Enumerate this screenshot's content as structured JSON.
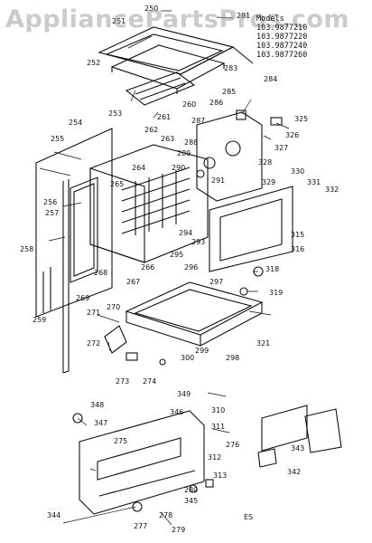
{
  "watermark": "AppliancePartsPros.com",
  "models": {
    "heading": "Models",
    "items": [
      "103.9877210",
      "103.9877220",
      "103.9877240",
      "103.9877260"
    ]
  },
  "diagram_code": "ES",
  "part_numbers": [
    "250",
    "251",
    "252",
    "253",
    "254",
    "255",
    "256",
    "257",
    "258",
    "259",
    "260",
    "261",
    "262",
    "263",
    "264",
    "265",
    "266",
    "267",
    "268",
    "269",
    "270",
    "271",
    "272",
    "273",
    "274",
    "275",
    "276",
    "277",
    "278",
    "279",
    "280",
    "281",
    "283",
    "284",
    "285",
    "286",
    "287",
    "288",
    "289",
    "290",
    "291",
    "293",
    "294",
    "295",
    "296",
    "297",
    "298",
    "299",
    "300",
    "310",
    "311",
    "312",
    "313",
    "315",
    "316",
    "318",
    "319",
    "321",
    "325",
    "326",
    "327",
    "328",
    "329",
    "330",
    "331",
    "332",
    "342",
    "343",
    "344",
    "345",
    "346",
    "347",
    "348",
    "349"
  ],
  "line_color": "#111111",
  "background": "#ffffff"
}
